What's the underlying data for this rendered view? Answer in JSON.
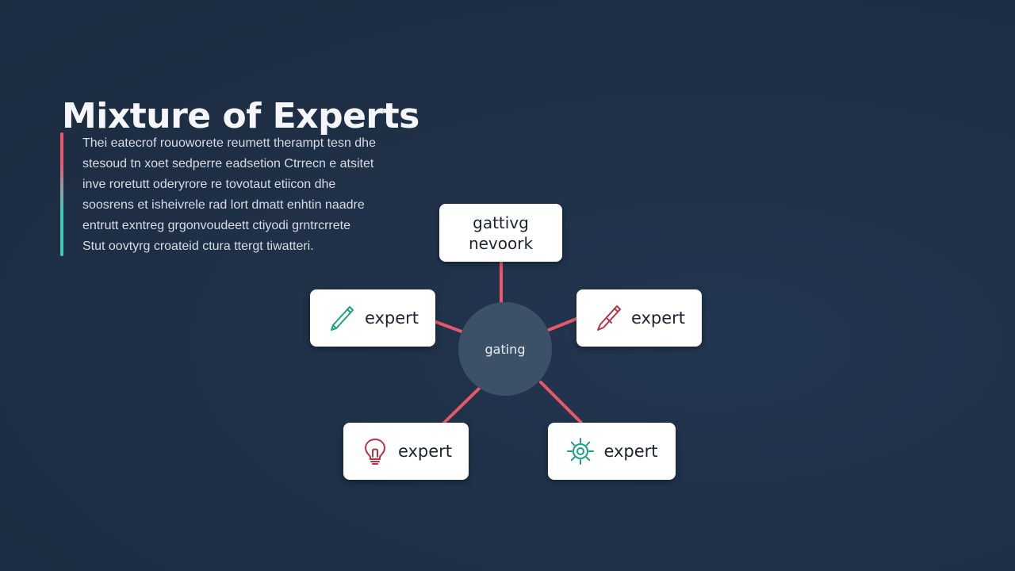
{
  "title": "Mixture of Experts",
  "description_lines": [
    "Thei eatecrof rouoworete reumett therampt tesn dhe",
    "stesoud tn xoet sedperre eadsetion Ctrrecn e atsitet",
    "inve roretutt oderyrore re tovotaut etiicon dhe",
    "soosrens et isheivrele rad lort dmatt enhtin naadre",
    "entrutt exntreg grgonvoudeett ctiyodi grntrcrrete",
    "Stut oovtyrg croateid ctura ttergt tiwatteri."
  ],
  "diagram": {
    "hub_label": "gating",
    "gating_network_label": [
      "gattivg",
      "nevoork"
    ],
    "experts": [
      {
        "label": "expert",
        "icon": "pen-icon",
        "color": "#1f9e86"
      },
      {
        "label": "expert",
        "icon": "pen-icon",
        "color": "#b53448"
      },
      {
        "label": "expert",
        "icon": "lightbulb-icon",
        "color": "#b53448"
      },
      {
        "label": "expert",
        "icon": "gear-icon",
        "color": "#1f9e86"
      }
    ]
  },
  "colors": {
    "background": "#1f3047",
    "connector": "#e8576a",
    "accent_red": "#e8576a",
    "accent_teal": "#3dcbb3",
    "hub": "#3c5068"
  }
}
